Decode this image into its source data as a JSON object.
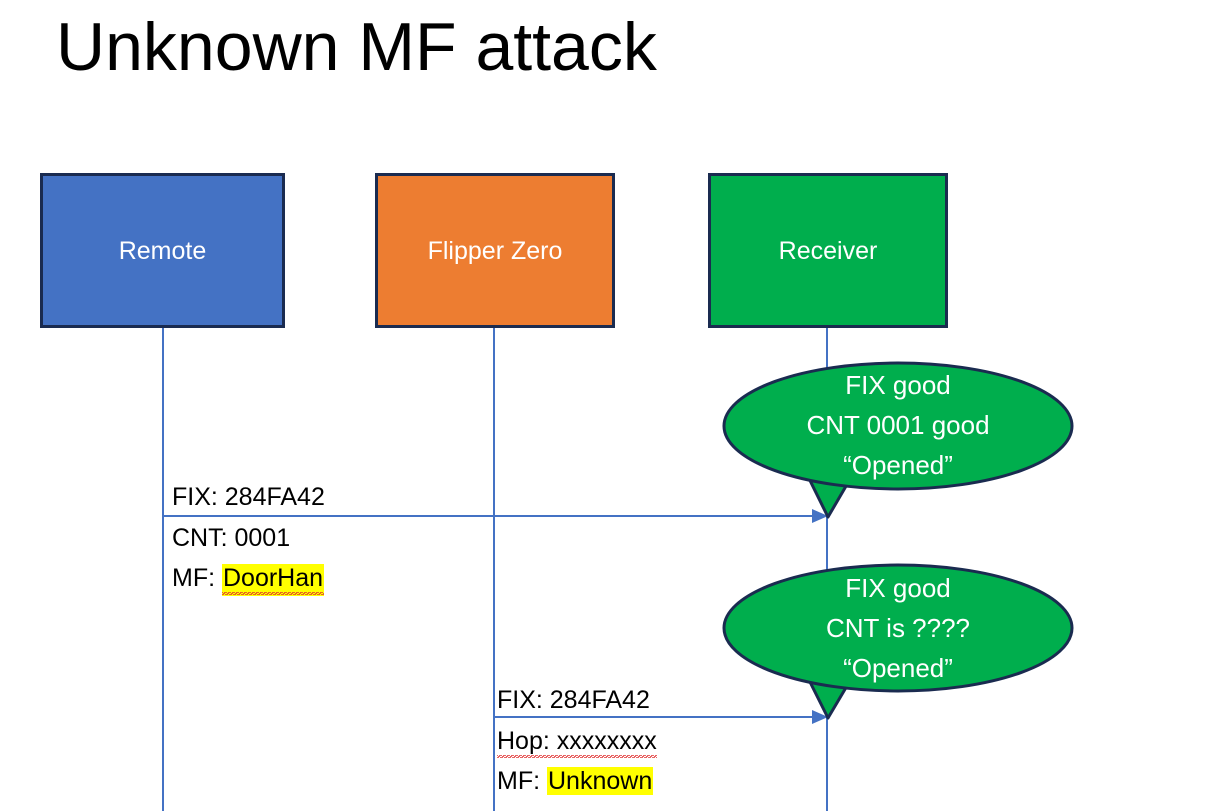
{
  "slide": {
    "title": "Unknown MF attack",
    "background": "#ffffff"
  },
  "colors": {
    "remote_fill": "#4472C4",
    "flipper_fill": "#ED7D31",
    "receiver_fill": "#00AE4D",
    "box_border": "#1A2B50",
    "lifeline": "#4472C4",
    "arrow": "#4472C4",
    "callout_fill": "#00AE4D",
    "callout_border": "#1A2B50",
    "highlight": "#FFFF00",
    "spellcheck_underline": "#E03030",
    "text_dark": "#000000",
    "text_light": "#ffffff"
  },
  "actors": [
    {
      "id": "remote",
      "label": "Remote"
    },
    {
      "id": "flipper",
      "label": "Flipper Zero"
    },
    {
      "id": "receiver",
      "label": "Receiver"
    }
  ],
  "messages": [
    {
      "id": "msg-1",
      "from": "remote",
      "to": "receiver",
      "lines": [
        {
          "prefix": "FIX: 284FA42",
          "highlight": "",
          "spellcheck": false
        },
        {
          "prefix": "CNT: 0001",
          "highlight": "",
          "spellcheck": false
        },
        {
          "prefix": "MF: ",
          "highlight": "DoorHan",
          "spellcheck": true
        }
      ]
    },
    {
      "id": "msg-2",
      "from": "flipper",
      "to": "receiver",
      "lines": [
        {
          "prefix": "FIX: 284FA42",
          "highlight": "",
          "spellcheck": false
        },
        {
          "prefix": "Hop: xxxxxxxx",
          "highlight": "",
          "spellcheck": true
        },
        {
          "prefix": "MF: ",
          "highlight": "Unknown",
          "spellcheck": false
        }
      ]
    }
  ],
  "callouts": [
    {
      "id": "callout-1",
      "attached_to": "msg-1",
      "lines": [
        "FIX good",
        "CNT 0001 good",
        "“Opened”"
      ]
    },
    {
      "id": "callout-2",
      "attached_to": "msg-2",
      "lines": [
        "FIX good",
        "CNT is ????",
        "“Opened”"
      ]
    }
  ]
}
